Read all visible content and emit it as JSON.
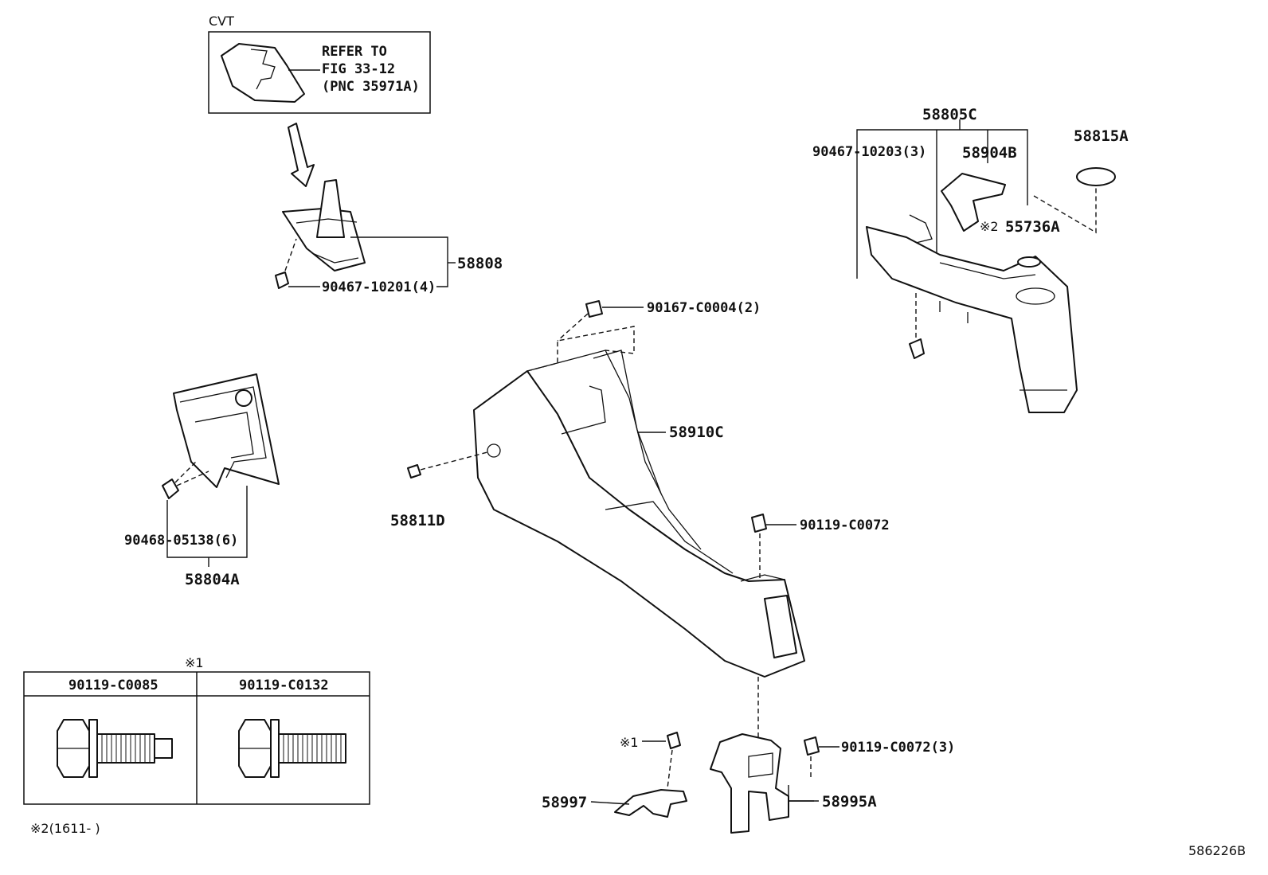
{
  "labels": {
    "cvt": "CVT",
    "refer_line1": "REFER TO",
    "refer_line2": "FIG 33-12",
    "refer_line3": "(PNC 35971A)",
    "p58808": "58808",
    "p90467_10201": "90467-10201(4)",
    "p90167_c0004": "90167-C0004(2)",
    "p58910c": "58910C",
    "p58811d": "58811D",
    "p90468_05138": "90468-05138(6)",
    "p58804a": "58804A",
    "p58805c": "58805C",
    "p90467_10203": "90467-10203(3)",
    "p58904b": "58904B",
    "p58815a": "58815A",
    "p55736a_mark": "※2",
    "p55736a": "55736A",
    "p90119_c0072": "90119-C0072",
    "p90119_c0072_3": "90119-C0072(3)",
    "p58997_mark": "※1",
    "p58997": "58997",
    "p58995a": "58995A",
    "note1_mark": "※1",
    "table_col1": "90119-C0085",
    "table_col2": "90119-C0132",
    "note2": "※2(1611-      )",
    "figure_id": "586226B"
  }
}
